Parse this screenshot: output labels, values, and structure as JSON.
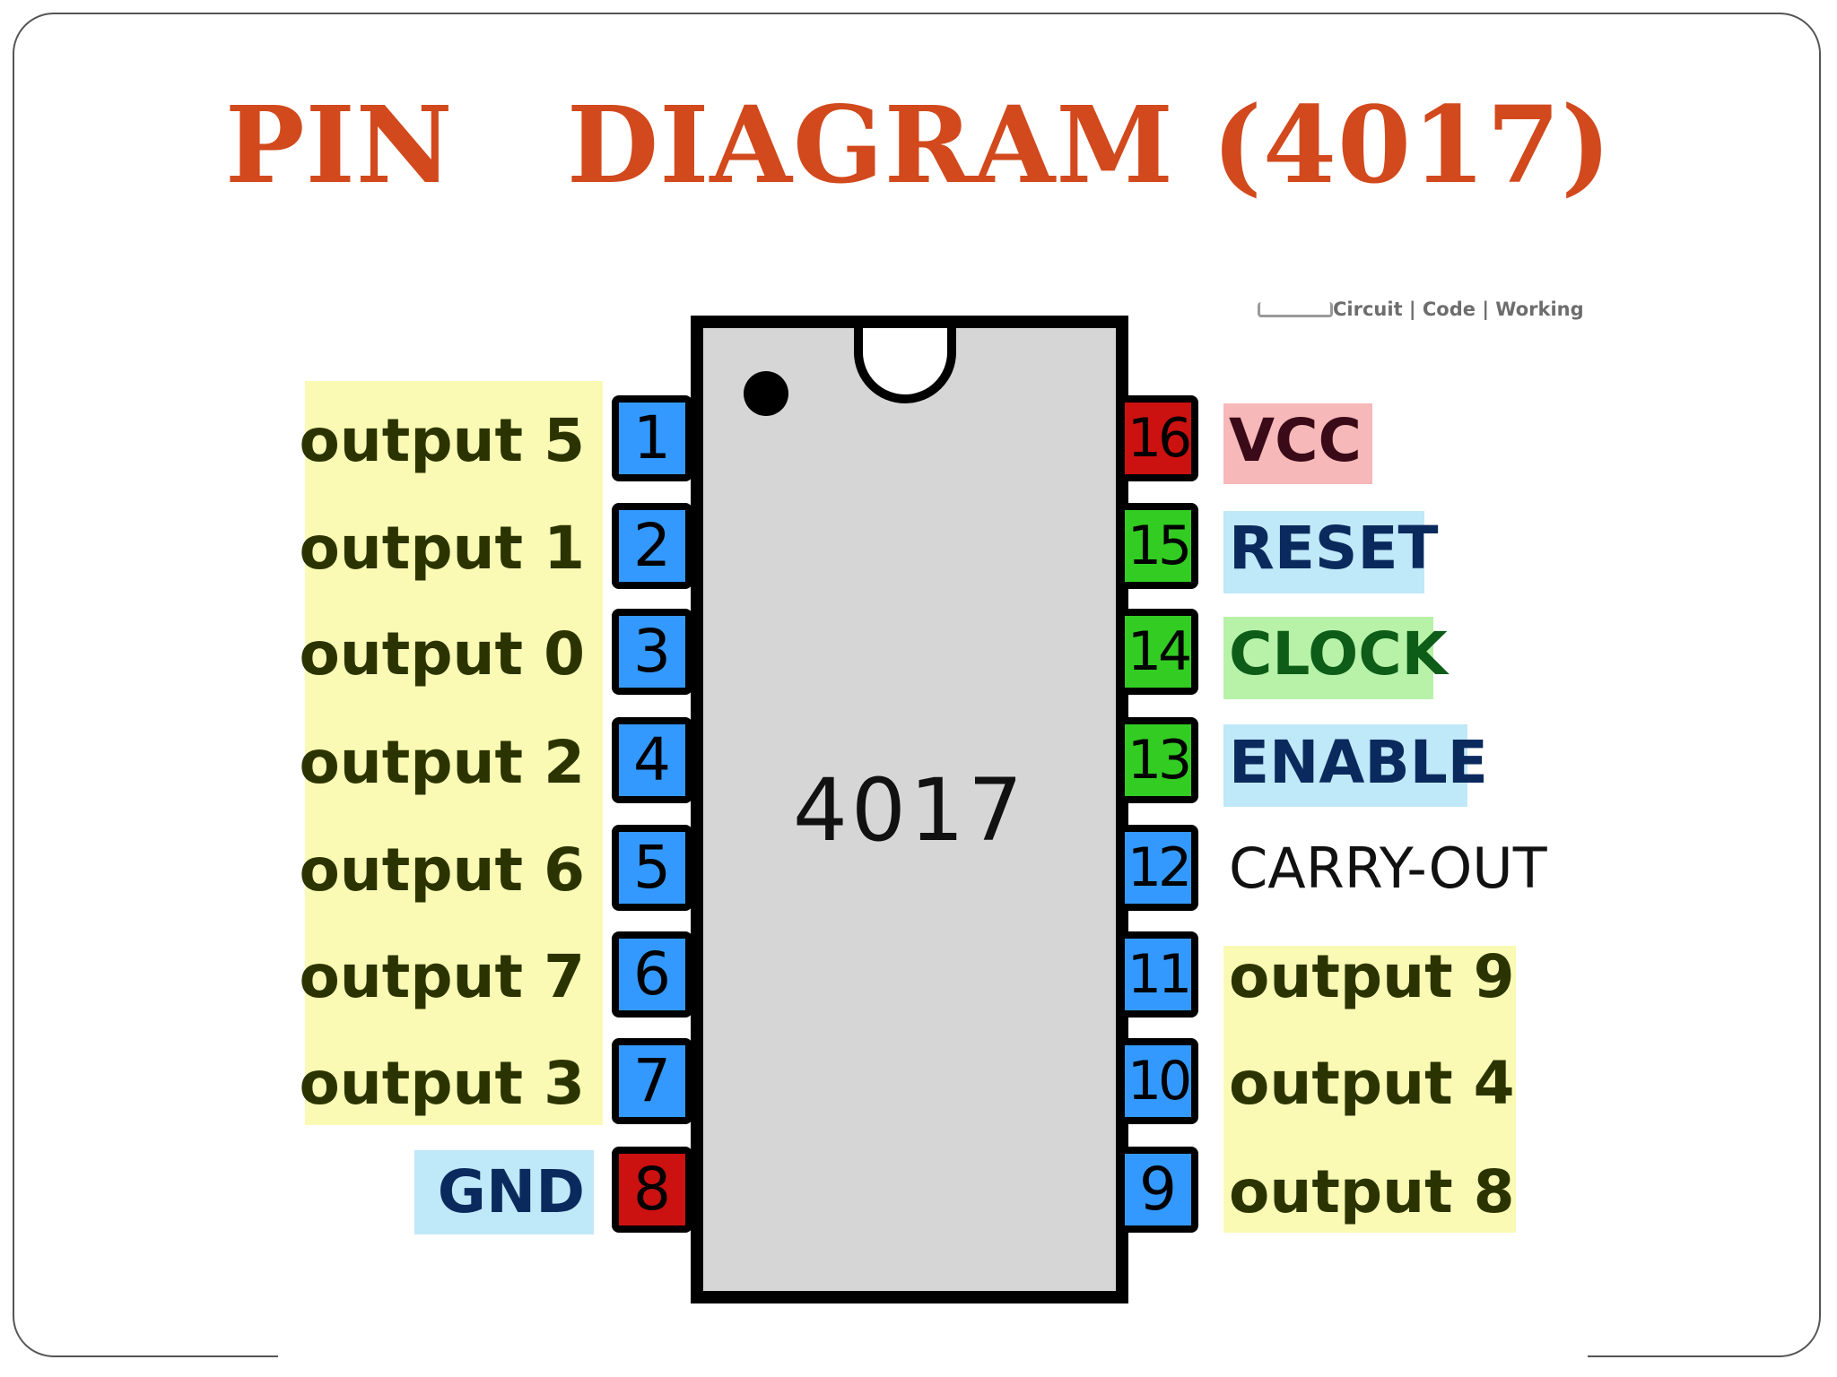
{
  "title": "PIN   DIAGRAM (4017)",
  "watermark": "Circuit | Code | Working",
  "chip": {
    "label": "4017"
  },
  "colors": {
    "title": "#d1491d",
    "pin_blue": "#3399ff",
    "pin_red": "#cc1111",
    "pin_green": "#33cc22",
    "label_yellow_bg": "#fafab4",
    "label_blue_bg": "#bfe8f8",
    "label_pink_bg": "#f6b8b8",
    "label_green_bg": "#b7f2a8",
    "text_dark_green": "#2b3400",
    "text_navy": "#0a2a5e",
    "text_green": "#0d5c18",
    "text_maroon": "#3a0a18"
  },
  "pins": [
    {
      "number": "1",
      "side": "left",
      "label": "output 5",
      "pin_color": "#3399ff",
      "text_color": "#2b3400"
    },
    {
      "number": "2",
      "side": "left",
      "label": "output 1",
      "pin_color": "#3399ff",
      "text_color": "#2b3400"
    },
    {
      "number": "3",
      "side": "left",
      "label": "output 0",
      "pin_color": "#3399ff",
      "text_color": "#2b3400"
    },
    {
      "number": "4",
      "side": "left",
      "label": "output 2",
      "pin_color": "#3399ff",
      "text_color": "#2b3400"
    },
    {
      "number": "5",
      "side": "left",
      "label": "output 6",
      "pin_color": "#3399ff",
      "text_color": "#2b3400"
    },
    {
      "number": "6",
      "side": "left",
      "label": "output 7",
      "pin_color": "#3399ff",
      "text_color": "#2b3400"
    },
    {
      "number": "7",
      "side": "left",
      "label": "output 3",
      "pin_color": "#3399ff",
      "text_color": "#2b3400"
    },
    {
      "number": "8",
      "side": "left",
      "label": "GND",
      "pin_color": "#cc1111",
      "text_color": "#0a2a5e"
    },
    {
      "number": "16",
      "side": "right",
      "label": "VCC",
      "pin_color": "#cc1111",
      "text_color": "#3a0a18"
    },
    {
      "number": "15",
      "side": "right",
      "label": "RESET",
      "pin_color": "#33cc22",
      "text_color": "#0a2a5e"
    },
    {
      "number": "14",
      "side": "right",
      "label": "CLOCK",
      "pin_color": "#33cc22",
      "text_color": "#0d5c18"
    },
    {
      "number": "13",
      "side": "right",
      "label": "ENABLE",
      "pin_color": "#33cc22",
      "text_color": "#0a2a5e"
    },
    {
      "number": "12",
      "side": "right",
      "label": "CARRY-OUT",
      "pin_color": "#3399ff",
      "text_color": "#111111"
    },
    {
      "number": "11",
      "side": "right",
      "label": "output 9",
      "pin_color": "#3399ff",
      "text_color": "#2b3400"
    },
    {
      "number": "10",
      "side": "right",
      "label": "output 4",
      "pin_color": "#3399ff",
      "text_color": "#2b3400"
    },
    {
      "number": "9",
      "side": "right",
      "label": "output 8",
      "pin_color": "#3399ff",
      "text_color": "#2b3400"
    }
  ]
}
